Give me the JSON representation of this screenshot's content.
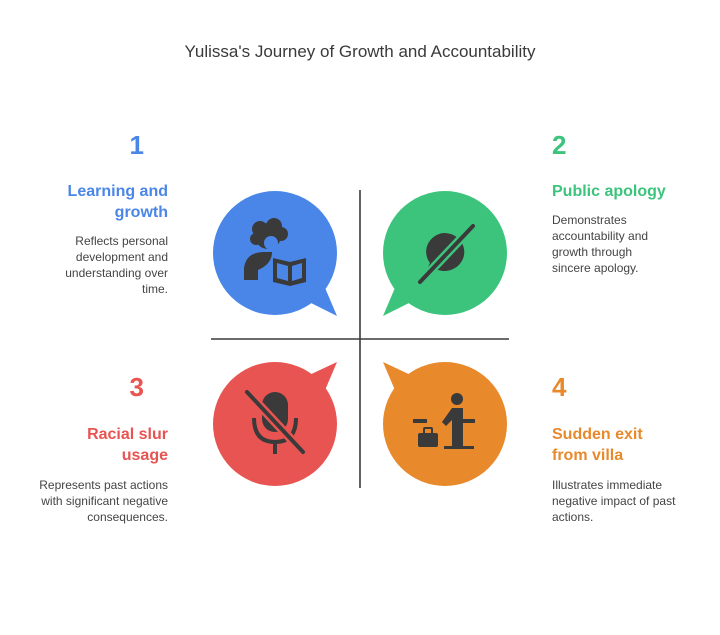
{
  "title": "Yulissa's Journey of Growth and Accountability",
  "quadrants": [
    {
      "number": "1",
      "heading": "Learning and growth",
      "description": "Reflects personal development and understanding over time.",
      "icon": "student-reading-icon",
      "color": "#4a86e8"
    },
    {
      "number": "2",
      "heading": "Public apology",
      "description": "Demonstrates accountability and growth through sincere apology.",
      "icon": "speech-bubble-off-icon",
      "color": "#3cc47c"
    },
    {
      "number": "3",
      "heading": "Racial slur usage",
      "description": "Represents past actions with significant negative consequences.",
      "icon": "microphone-off-icon",
      "color": "#e85451"
    },
    {
      "number": "4",
      "heading": "Sudden exit from villa",
      "description": "Illustrates immediate negative impact of past actions.",
      "icon": "departure-suitcase-icon",
      "color": "#e8892c"
    }
  ]
}
